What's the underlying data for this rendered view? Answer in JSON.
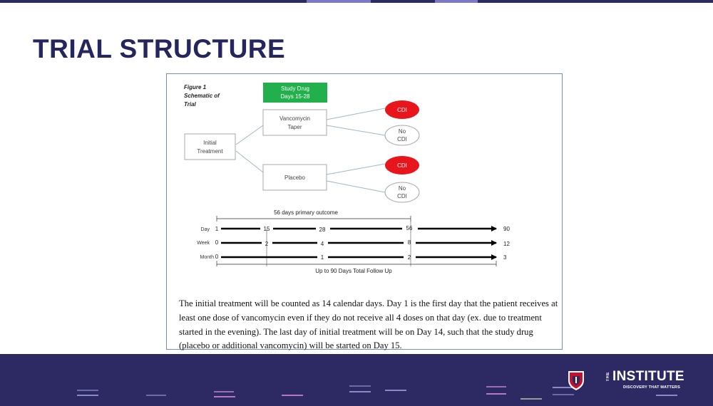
{
  "slide": {
    "title": "TRIAL STRUCTURE"
  },
  "figure": {
    "label_line1": "Figure 1",
    "label_line2": "Schematic of",
    "label_line3": "Trial",
    "study_drug": {
      "line1": "Study Drug",
      "line2": "Days 15-28",
      "color": "#21b04b"
    },
    "initial_treatment": {
      "line1": "Initial",
      "line2": "Treatment"
    },
    "arm_vancomycin": {
      "line1": "Vancomycin",
      "line2": "Taper"
    },
    "arm_placebo": {
      "label": "Placebo"
    },
    "outcomes": {
      "cdi_label": "CDI",
      "no_line1": "No",
      "no_line2": "CDI",
      "cdi_color": "#e8161c"
    },
    "timeline": {
      "primary_outcome_label": "56 days primary outcome",
      "follow_up_label": "Up to 90 Days Total Follow Up",
      "rows": [
        {
          "label": "Day",
          "ticks": [
            "1",
            "15",
            "28",
            "56",
            "90"
          ]
        },
        {
          "label": "Week",
          "ticks": [
            "0",
            "2",
            "4",
            "8",
            "12"
          ]
        },
        {
          "label": "Month",
          "ticks": [
            "0",
            "1",
            "2",
            "3"
          ]
        }
      ]
    },
    "caption": "The initial treatment will be counted as 14 calendar days. Day 1 is the first day that the patient receives at least one dose of vancomycin even if they do not receive all 4 doses on that day (ex. due to treatment started in the evening). The last day of initial treatment will be on Day 14, such that the study drug (placebo or additional vancomycin) will be started on Day 15."
  },
  "brand": {
    "prefix": "THE",
    "name": "INSTITUTE",
    "tagline": "DISCOVERY THAT MATTERS",
    "primary_color": "#2d2a63",
    "shield_colors": [
      "#c8102e",
      "#2d2a63"
    ]
  }
}
